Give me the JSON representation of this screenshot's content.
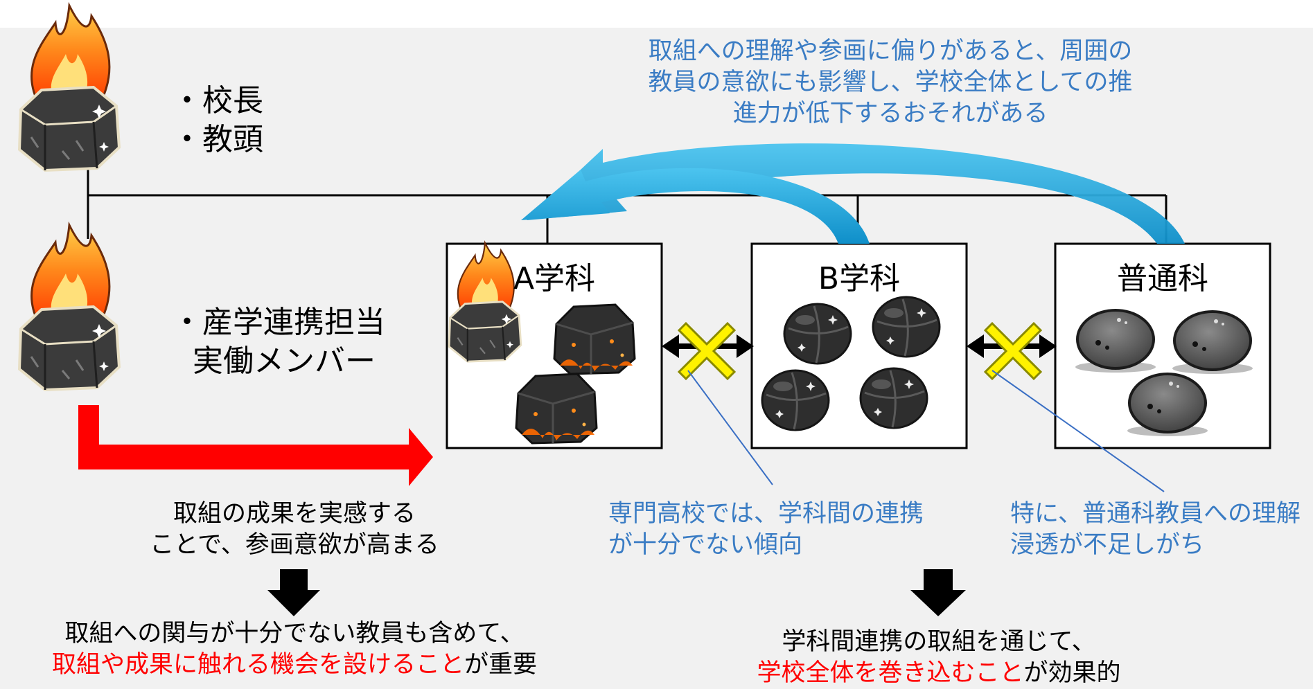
{
  "leadership": {
    "line1": "・校長",
    "line2": "・教頭"
  },
  "members": {
    "line1": "・産学連携担当",
    "line2": "実働メンバー"
  },
  "departments": [
    {
      "label": "A学科"
    },
    {
      "label": "B学科"
    },
    {
      "label": "普通科"
    }
  ],
  "top_note": {
    "line1": "取組への理解や参画に偏りがあると、周囲の",
    "line2": "教員の意欲にも影響し、学校全体としての推",
    "line3": "進力が低下するおそれがある"
  },
  "note_specialized": {
    "line1": "専門高校では、学科間の連携",
    "line2": "が十分でない傾向"
  },
  "note_general": {
    "line1": "特に、普通科教員への理解",
    "line2": "浸透が不足しがち"
  },
  "left_result": {
    "line1": "取組の成果を実感する",
    "line2": "ことで、参画意欲が高まる"
  },
  "left_conclusion": {
    "line1": "取組への関与が十分でない教員も含めて、",
    "line2_highlight": "取組や成果に触れる機会を設けること",
    "line2_rest": "が重要"
  },
  "right_conclusion": {
    "line1": "学科間連携の取組を通じて、",
    "line2_highlight": "学校全体を巻き込むこと",
    "line2_rest": "が効果的"
  },
  "colors": {
    "background": "#f1f1f1",
    "blue_text": "#3a7cc4",
    "red_highlight": "#ff0000",
    "curved_arrow": "#1ea5dc",
    "red_arrow": "#ff0000",
    "cross_mark": "#ffee00"
  },
  "icons": [
    "burning-coal-icon",
    "coal-icon",
    "smoldering-coal-icon",
    "stone-icon",
    "cross-mark-icon"
  ]
}
